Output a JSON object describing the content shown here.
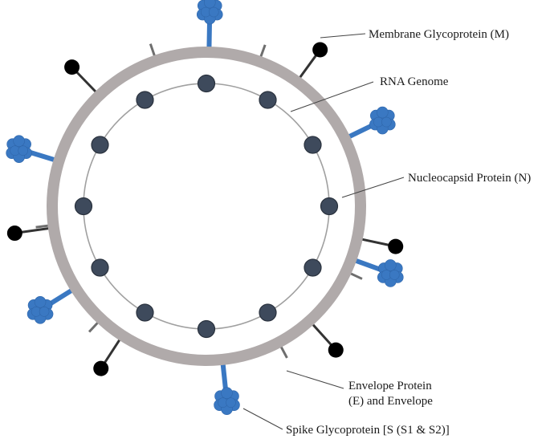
{
  "labels": {
    "membrane": "Membrane Glycoprotein (M)",
    "rna": "RNA Genome",
    "nucleocapsid": "Nucleocapsid Protein (N)",
    "envelope_line1": "Envelope Protein",
    "envelope_line2": "(E) and Envelope",
    "spike": "Spike Glycoprotein [S (S1 & S2)]"
  },
  "colors": {
    "envelope": "#b0aaaa",
    "rna": "#a0a0a0",
    "nucleocapsid_fill": "#3e4a5c",
    "nucleocapsid_stroke": "#2a323e",
    "spike": "#3a78c2",
    "membrane_knob": "#000000",
    "membrane_stalk": "#333333",
    "envelope_protein": "#6e6e6e",
    "leader": "#444444"
  }
}
